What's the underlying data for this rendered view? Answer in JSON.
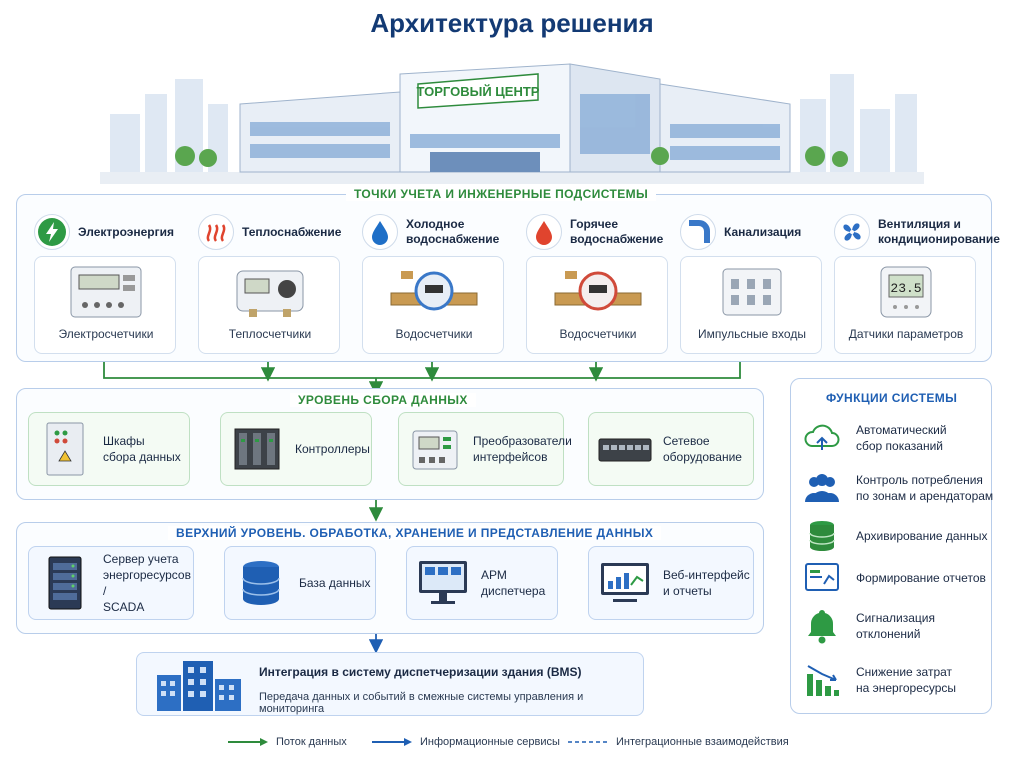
{
  "title": "Архитектура решения",
  "hero": {
    "sign": "ТОРГОВЫЙ ЦЕНТР"
  },
  "subsystems": {
    "title": "ТОЧКИ УЧЕТА И ИНЖЕНЕРНЫЕ ПОДСИСТЕМЫ",
    "items": [
      {
        "name": "Электроэнергия",
        "device": "Электросчетчики",
        "icon": "lightning-icon",
        "color": "#2e9a44"
      },
      {
        "name": "Теплоснабжение",
        "device": "Теплосчетчики",
        "icon": "heat-icon",
        "color": "#e0442e"
      },
      {
        "name": "Холодное водоснабжение",
        "device": "Водосчетчики",
        "icon": "water-drop-icon",
        "color": "#1f6fc7"
      },
      {
        "name": "Горячее водоснабжение",
        "device": "Водосчетчики",
        "icon": "hot-water-drop-icon",
        "color": "#e0442e"
      },
      {
        "name": "Канализация",
        "device": "Импульсные входы",
        "icon": "pipe-icon",
        "color": "#3a78c8"
      },
      {
        "name": "Вентиляция и кондиционирование",
        "device": "Датчики параметров",
        "icon": "fan-icon",
        "color": "#2d6fc4"
      }
    ],
    "sensor_reading": "23.5"
  },
  "collection": {
    "title": "УРОВЕНЬ СБОРА ДАННЫХ",
    "items": [
      {
        "label": "Шкафы\nсбора данных",
        "icon": "cabinet-icon"
      },
      {
        "label": "Контроллеры",
        "icon": "controller-icon"
      },
      {
        "label": "Преобразователи\nинтерфейсов",
        "icon": "converter-icon"
      },
      {
        "label": "Сетевое\nоборудование",
        "icon": "switch-icon"
      }
    ]
  },
  "upper": {
    "title": "ВЕРХНИЙ УРОВЕНЬ. ОБРАБОТКА, ХРАНЕНИЕ И ПРЕДСТАВЛЕНИЕ ДАННЫХ",
    "items": [
      {
        "label": "Сервер учета\nэнергоресурсов /\nSCADA",
        "icon": "server-icon"
      },
      {
        "label": "База данных",
        "icon": "database-icon"
      },
      {
        "label": "АРМ\nдиспетчера",
        "icon": "workstation-icon"
      },
      {
        "label": "Веб-интерфейс\nи отчеты",
        "icon": "web-report-icon"
      }
    ]
  },
  "bms": {
    "title": "Интеграция в систему диспетчеризации здания (BMS)",
    "subtitle": "Передача данных и событий в смежные системы управления и мониторинга"
  },
  "functions": {
    "title": "ФУНКЦИИ СИСТЕМЫ",
    "items": [
      {
        "label": "Автоматический\nсбор показаний",
        "icon": "cloud-upload-icon"
      },
      {
        "label": "Контроль потребления\nпо зонам и арендаторам",
        "icon": "users-icon"
      },
      {
        "label": "Архивирование данных",
        "icon": "database-icon"
      },
      {
        "label": "Формирование отчетов",
        "icon": "report-icon"
      },
      {
        "label": "Сигнализация\nотклонений",
        "icon": "bell-icon"
      },
      {
        "label": "Снижение затрат\nна энергоресурсы",
        "icon": "chart-down-icon"
      }
    ]
  },
  "legend": {
    "data_flow": "Поток данных",
    "info_services": "Информационные сервисы",
    "integration": "Интеграционные взаимодействия"
  },
  "colors": {
    "green": "#2e8b3c",
    "blue": "#1f5fb3",
    "navy": "#133a74"
  }
}
